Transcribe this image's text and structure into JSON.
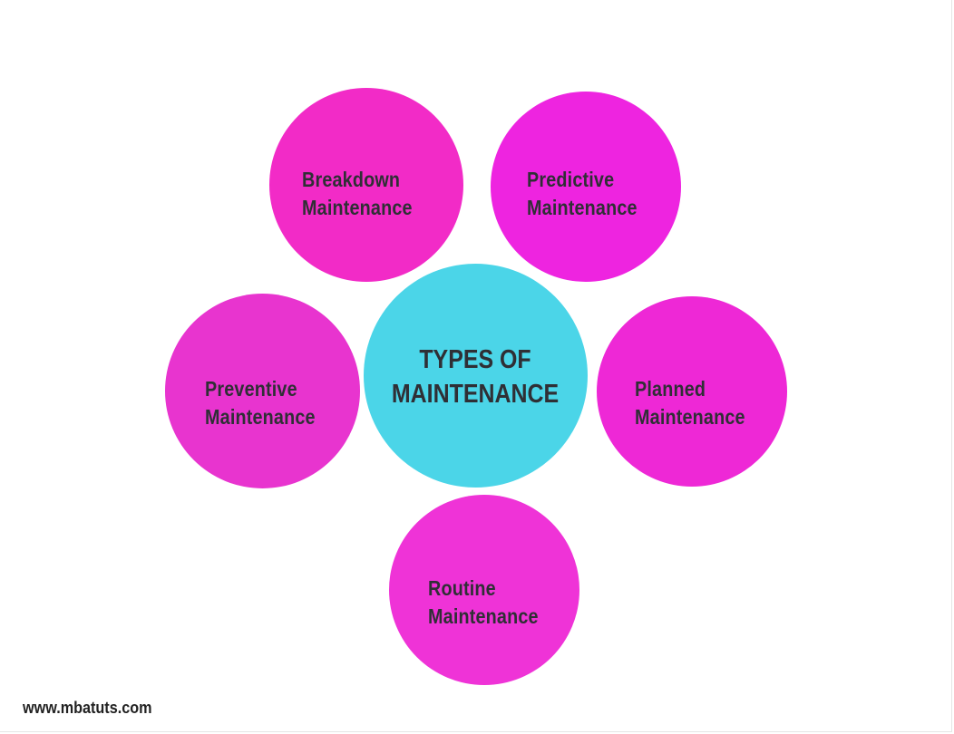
{
  "diagram": {
    "center": {
      "line1": "TYPES OF",
      "line2": "MAINTENANCE",
      "color": "#4bd5e8"
    },
    "nodes": [
      {
        "id": "breakdown",
        "line1": "Breakdown",
        "line2": "Maintenance",
        "color": "#f22bc7"
      },
      {
        "id": "predictive",
        "line1": "Predictive",
        "line2": "Maintenance",
        "color": "#ee24e0"
      },
      {
        "id": "preventive",
        "line1": "Preventive",
        "line2": "Maintenance",
        "color": "#e834cf"
      },
      {
        "id": "planned",
        "line1": "Planned",
        "line2": "Maintenance",
        "color": "#ee28d6"
      },
      {
        "id": "routine",
        "line1": "Routine",
        "line2": "Maintenance",
        "color": "#ef33d7"
      }
    ]
  },
  "footer": {
    "url": "www.mbatuts.com"
  }
}
